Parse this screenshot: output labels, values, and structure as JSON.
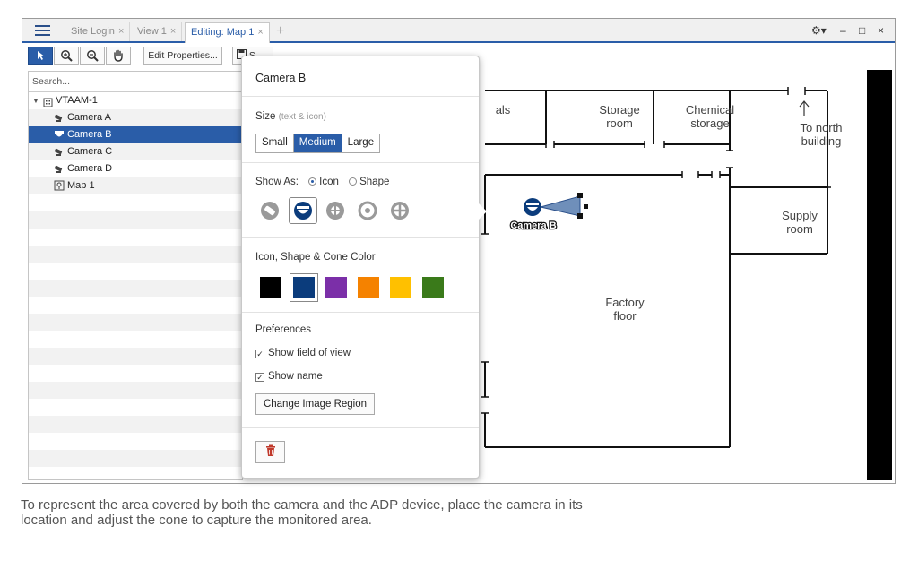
{
  "tabs": [
    {
      "label": "Site Login",
      "close": "×"
    },
    {
      "label": "View 1",
      "close": "×"
    },
    {
      "label": "Editing: Map 1",
      "close": "×"
    }
  ],
  "tab_add_symbol": "+",
  "window_controls": {
    "settings": "⚙▾",
    "minimize": "–",
    "maximize": "□",
    "close": "×"
  },
  "toolbar": {
    "edit_properties": "Edit Properties...",
    "save_partial": "S..."
  },
  "sidebar": {
    "search_placeholder": "Search...",
    "tree": [
      {
        "label": "VTAAM-1",
        "type": "site"
      },
      {
        "label": "Camera A",
        "type": "camera"
      },
      {
        "label": "Camera B",
        "type": "camera",
        "selected": true
      },
      {
        "label": "Camera C",
        "type": "camera"
      },
      {
        "label": "Camera D",
        "type": "camera"
      },
      {
        "label": "Map 1",
        "type": "map"
      }
    ]
  },
  "popup": {
    "title": "Camera B",
    "size_label": "Size",
    "size_hint": "(text & icon)",
    "size_options": [
      "Small",
      "Medium",
      "Large"
    ],
    "size_selected": "Medium",
    "show_as_label": "Show As:",
    "show_as_options": [
      "Icon",
      "Shape"
    ],
    "show_as_selected": "Icon",
    "icon_shapes": [
      "ptz-camera-icon",
      "dome-camera-icon",
      "fisheye-camera-icon",
      "bullet-camera-icon",
      "crosshair-camera-icon"
    ],
    "icon_shape_selected_index": 1,
    "color_label": "Icon, Shape & Cone Color",
    "colors": [
      "#000000",
      "#0b3c7c",
      "#7b2fa8",
      "#f58200",
      "#ffc000",
      "#3a7a1a"
    ],
    "color_selected_index": 1,
    "preferences_label": "Preferences",
    "show_fov_label": "Show field of view",
    "show_fov_checked": true,
    "show_name_label": "Show name",
    "show_name_checked": true,
    "change_region_label": "Change Image Region",
    "delete_icon": "trash-icon"
  },
  "map": {
    "rooms": [
      "als",
      "Storage room",
      "Chemical storage",
      "To north building",
      "Supply room",
      "Factory floor"
    ],
    "camera_label": "Camera B"
  },
  "caption": "To represent the area covered by both the camera and the ADP device, place the camera in its location and adjust the cone to capture the monitored area.",
  "accent_color": "#2a5da8"
}
